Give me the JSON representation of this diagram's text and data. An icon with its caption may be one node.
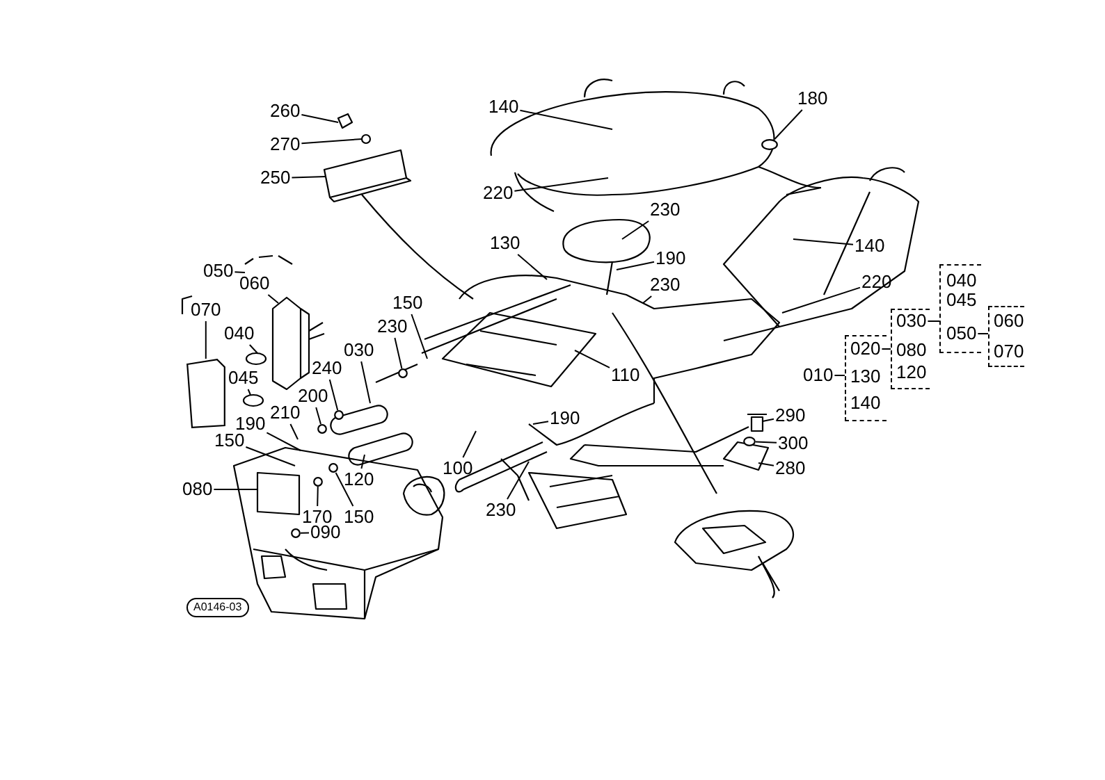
{
  "diagram": {
    "nodes": [
      {
        "text": [
          "260"
        ]
      },
      {
        "text": [
          "270"
        ]
      },
      {
        "text": [
          "250"
        ]
      },
      {
        "text": [
          "140"
        ]
      },
      {
        "text": [
          "180"
        ]
      },
      {
        "text": [
          "220"
        ]
      },
      {
        "text": [
          "230"
        ]
      },
      {
        "text": [
          "130"
        ]
      },
      {
        "text": [
          "140"
        ]
      },
      {
        "text": [
          "190"
        ]
      },
      {
        "text": [
          "050"
        ]
      },
      {
        "text": [
          "060"
        ]
      },
      {
        "text": [
          "230"
        ]
      },
      {
        "text": [
          "220"
        ]
      },
      {
        "text": [
          "150"
        ]
      },
      {
        "text": [
          "070"
        ]
      },
      {
        "text": [
          "230"
        ]
      },
      {
        "text": [
          "040"
        ]
      },
      {
        "text": [
          "030"
        ]
      },
      {
        "text": [
          "240"
        ]
      },
      {
        "text": [
          "110"
        ]
      },
      {
        "text": [
          "045"
        ]
      },
      {
        "text": [
          "200"
        ]
      },
      {
        "text": [
          "210"
        ]
      },
      {
        "text": [
          "290"
        ]
      },
      {
        "text": [
          "190"
        ]
      },
      {
        "text": [
          "190"
        ]
      },
      {
        "text": [
          "150"
        ]
      },
      {
        "text": [
          "300"
        ]
      },
      {
        "text": [
          "100"
        ]
      },
      {
        "text": [
          "280"
        ]
      },
      {
        "text": [
          "120"
        ]
      },
      {
        "text": [
          "080"
        ]
      },
      {
        "text": [
          "230"
        ]
      },
      {
        "text": [
          "170"
        ]
      },
      {
        "text": [
          "150"
        ]
      },
      {
        "text": [
          "090"
        ]
      },
      {
        "text": [],
        "shape": "bracket"
      },
      {
        "text": [
          "040"
        ],
        "in": 37
      },
      {
        "text": [
          "045"
        ],
        "in": 37
      },
      {
        "text": [
          "050"
        ],
        "in": 37
      },
      {
        "text": [],
        "shape": "bracket"
      },
      {
        "text": [
          "060"
        ],
        "in": 41
      },
      {
        "text": [
          "070"
        ],
        "in": 41
      },
      {
        "text": [],
        "shape": "bracket"
      },
      {
        "text": [
          "030"
        ],
        "in": 44
      },
      {
        "text": [
          "080"
        ],
        "in": 44
      },
      {
        "text": [
          "120"
        ],
        "in": 44
      },
      {
        "text": [],
        "shape": "bracket"
      },
      {
        "text": [
          "020"
        ],
        "in": 48
      },
      {
        "text": [
          "130"
        ],
        "in": 48
      },
      {
        "text": [
          "140"
        ],
        "in": 48
      },
      {
        "text": [
          "010"
        ]
      },
      {
        "text": [],
        "shape": "circle"
      },
      {
        "text": [],
        "shape": "box"
      },
      {
        "text": [],
        "shape": "circle"
      },
      {
        "text": [],
        "shape": "circle"
      },
      {
        "text": [],
        "shape": "circle"
      },
      {
        "text": [],
        "shape": "circle"
      },
      {
        "text": [],
        "shape": "circle"
      },
      {
        "text": [],
        "shape": "circle"
      },
      {
        "text": [],
        "shape": "circle"
      }
    ],
    "edges": [
      {
        "from": 0,
        "to": null,
        "arrow": "none"
      },
      {
        "from": 1,
        "to": null,
        "arrow": "none"
      },
      {
        "from": 2,
        "to": null,
        "arrow": "none"
      },
      {
        "from": 3,
        "to": null,
        "arrow": "none"
      },
      {
        "from": 4,
        "to": 53,
        "arrow": "none"
      },
      {
        "from": 5,
        "to": null,
        "arrow": "none"
      },
      {
        "from": 6,
        "to": null,
        "arrow": "none"
      },
      {
        "from": 7,
        "to": null,
        "arrow": "none"
      },
      {
        "from": 8,
        "to": null,
        "arrow": "none"
      },
      {
        "from": 9,
        "to": null,
        "arrow": "none"
      },
      {
        "from": 10,
        "to": null,
        "arrow": "none"
      },
      {
        "from": 11,
        "to": null,
        "arrow": "none"
      },
      {
        "from": 12,
        "to": null,
        "arrow": "none"
      },
      {
        "from": 13,
        "to": null,
        "arrow": "none"
      },
      {
        "from": 14,
        "to": null,
        "arrow": "none"
      },
      {
        "from": 15,
        "to": 54,
        "arrow": "none"
      },
      {
        "from": 16,
        "to": 55,
        "arrow": "none"
      },
      {
        "from": 17,
        "to": null,
        "arrow": "none"
      },
      {
        "from": 18,
        "to": null,
        "arrow": "none"
      },
      {
        "from": 19,
        "to": 56,
        "arrow": "none"
      },
      {
        "from": 20,
        "to": null,
        "arrow": "none"
      },
      {
        "from": 21,
        "to": null,
        "arrow": "none"
      },
      {
        "from": 22,
        "to": 57,
        "arrow": "none"
      },
      {
        "from": 23,
        "to": null,
        "arrow": "none"
      },
      {
        "from": 24,
        "to": null,
        "arrow": "none"
      },
      {
        "from": 25,
        "to": null,
        "arrow": "none"
      },
      {
        "from": 26,
        "to": null,
        "arrow": "none"
      },
      {
        "from": 27,
        "to": null,
        "arrow": "none"
      },
      {
        "from": 28,
        "to": 58,
        "arrow": "none"
      },
      {
        "from": 29,
        "to": null,
        "arrow": "none"
      },
      {
        "from": 30,
        "to": null,
        "arrow": "none"
      },
      {
        "from": 31,
        "to": null,
        "arrow": "none"
      },
      {
        "from": 32,
        "to": null,
        "arrow": "none"
      },
      {
        "from": 33,
        "to": null,
        "arrow": "none"
      },
      {
        "from": 34,
        "to": 59,
        "arrow": "none"
      },
      {
        "from": 35,
        "to": 60,
        "arrow": "none"
      },
      {
        "from": 36,
        "to": 61,
        "arrow": "none"
      },
      {
        "from": 52,
        "to": 48,
        "arrow": "none"
      },
      {
        "from": 49,
        "to": 44,
        "arrow": "none"
      },
      {
        "from": 45,
        "to": 37,
        "arrow": "none"
      },
      {
        "from": 40,
        "to": 41,
        "arrow": "none"
      }
    ],
    "labels": [
      "A0146-03"
    ]
  }
}
